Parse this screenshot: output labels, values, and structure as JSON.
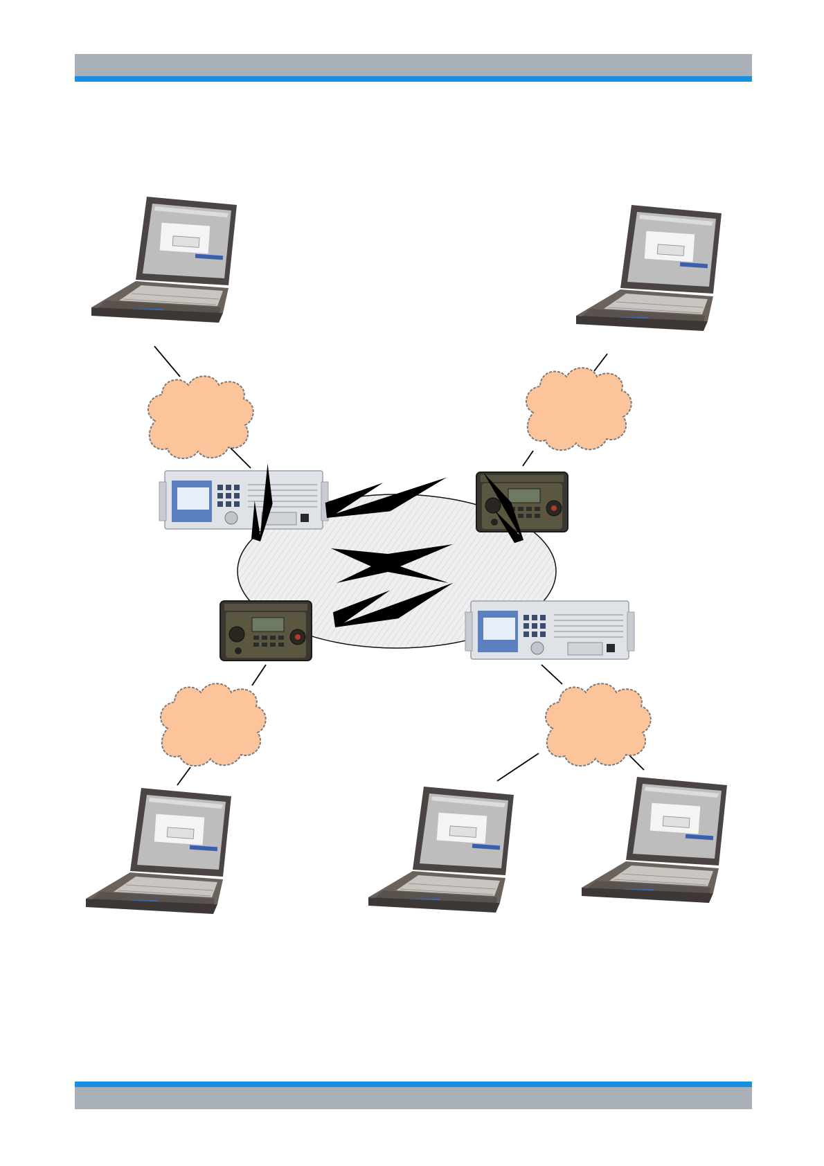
{
  "header": {
    "gray_color": "#aab0b8",
    "accent_color": "#1a8ee0"
  },
  "footer": {
    "gray_color": "#aab0b8",
    "accent_color": "#1a8ee0"
  },
  "diagram": {
    "cloud_color": "#fbc49a",
    "cloud_outline": "#7a7a7a",
    "radio_network_fill": "#e8e8e8",
    "laptops": 5,
    "networks": 4,
    "rack_radios": 2,
    "tactical_radios": 2
  }
}
